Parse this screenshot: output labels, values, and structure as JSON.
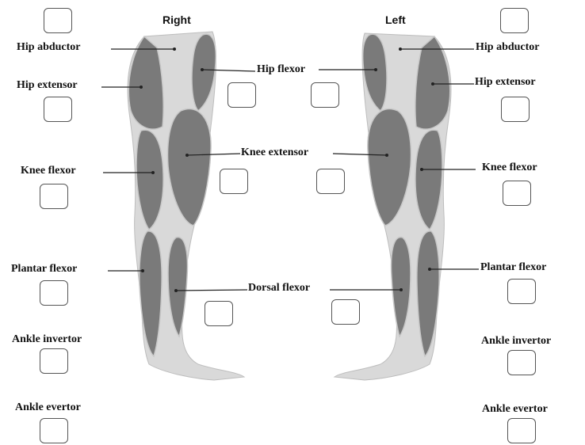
{
  "sides": {
    "right": "Right",
    "left": "Left"
  },
  "labels": {
    "hip_abductor": "Hip abductor",
    "hip_extensor": "Hip extensor",
    "hip_flexor": "Hip flexor",
    "knee_extensor": "Knee extensor",
    "knee_flexor": "Knee flexor",
    "plantar_flexor": "Plantar flexor",
    "dorsal_flexor": "Dorsal flexor",
    "ankle_invertor": "Ankle invertor",
    "ankle_evertor": "Ankle evertor"
  },
  "colors": {
    "skin": "#d9d9d9",
    "muscle": "#7a7a7a",
    "outline": "#b0b0b0",
    "line": "#222222"
  }
}
